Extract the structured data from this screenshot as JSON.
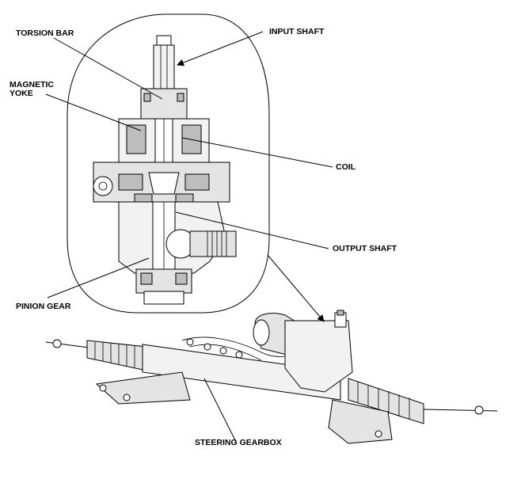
{
  "labels": {
    "torsion_bar": "TORSION BAR",
    "input_shaft": "INPUT SHAFT",
    "magnetic_yoke": "MAGNETIC\nYOKE",
    "coil": "COIL",
    "output_shaft": "OUTPUT SHAFT",
    "pinion_gear": "PINION GEAR",
    "steering_gearbox": "STEERING GEARBOX"
  }
}
